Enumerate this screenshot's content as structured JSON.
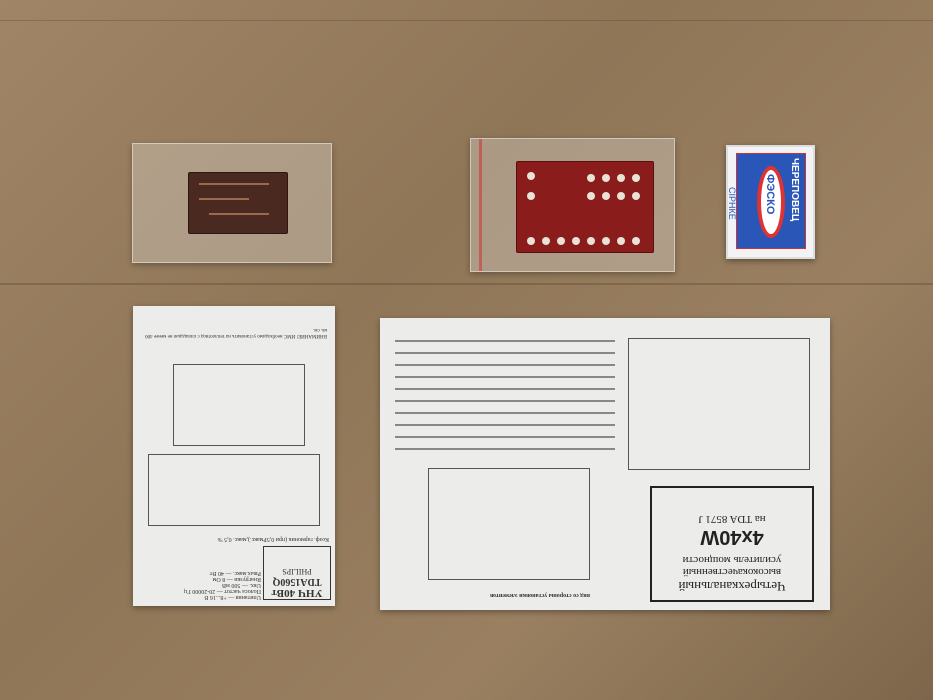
{
  "scene": {
    "background": "cardboard",
    "colors": {
      "cardboard": "#95795a",
      "pcb_red": "#8b1c1c",
      "pcb_dark": "#4a2a20",
      "paper": "#ececea",
      "matchbox_blue": "#2a56b8",
      "matchbox_red": "#d33333"
    }
  },
  "matchbox": {
    "city": "ЧЕРЕПОВЕЦ",
    "brand": "ФЭСКО",
    "product": "СIРНКЕ"
  },
  "left_manual": {
    "title": "УНЧ 40Вт",
    "chip": "TDA1560Q",
    "maker": "PHILIPS",
    "specs": [
      {
        "label": "Uпитания",
        "value": "+8...16 В"
      },
      {
        "label": "Полоса частот",
        "value": "20-20000 Гц"
      },
      {
        "label": "Uвх.",
        "value": "500 мВ"
      },
      {
        "label": "Rнагрузки",
        "value": "8 Ом"
      },
      {
        "label": "Рвых.макс.",
        "value": "40 Вт"
      },
      {
        "label": "Коэф. гармоник (при 0,5Рмакс.),макс.",
        "value": "0,5 %"
      }
    ],
    "warning": "ВНИМАНИЕ! ИМС необходимо установить на теплоотвод с площадью не менее 400 кв. см."
  },
  "right_manual": {
    "title_lines": [
      "Четырехканальный",
      "высококачественный",
      "усилитель мощности"
    ],
    "power": "4x40W",
    "chip": "на TDA 8571 J",
    "footer": "вид со стороны установки элементов"
  }
}
